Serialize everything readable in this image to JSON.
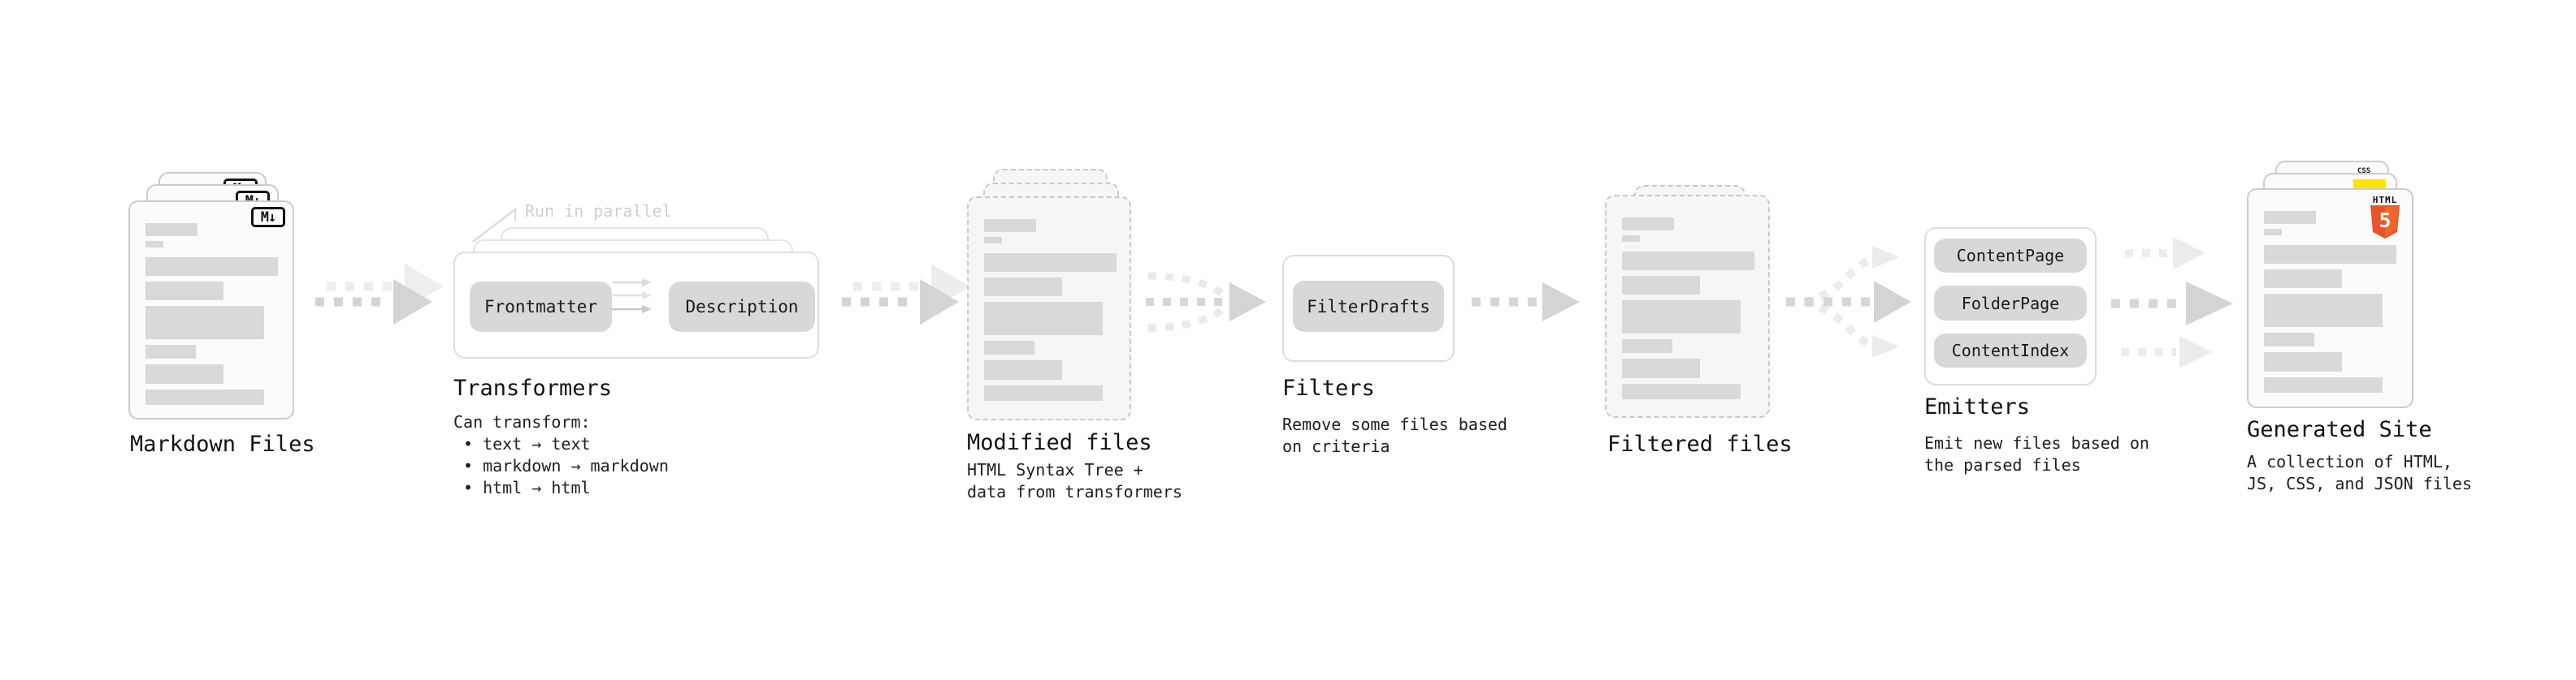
{
  "stages": {
    "markdown": {
      "title": "Markdown Files",
      "file_badge": "M↓"
    },
    "transformers": {
      "title": "Transformers",
      "callout": "Run in parallel",
      "nodes": {
        "from": "Frontmatter",
        "to": "Description"
      },
      "description": {
        "heading": "Can transform:",
        "bullets": [
          "• text → text",
          "• markdown → markdown",
          "• html → html"
        ]
      }
    },
    "modified_files": {
      "title": "Modified files",
      "description_lines": [
        "HTML Syntax Tree +",
        "data from transformers"
      ]
    },
    "filters": {
      "title": "Filters",
      "nodes": [
        "FilterDrafts"
      ],
      "description_lines": [
        "Remove some files based",
        "on criteria"
      ]
    },
    "filtered_files": {
      "title": "Filtered files"
    },
    "emitters": {
      "title": "Emitters",
      "nodes": [
        "ContentPage",
        "FolderPage",
        "ContentIndex"
      ],
      "description_lines": [
        "Emit new files based on",
        "the parsed files"
      ]
    },
    "generated_site": {
      "title": "Generated Site",
      "description_lines": [
        "A collection of HTML,",
        "JS, CSS, and JSON files"
      ],
      "badges": {
        "html_label": "HTML",
        "html_number": "5",
        "css_label": "CSS"
      }
    }
  },
  "colors": {
    "canvas": "#ffffff",
    "card_border": "#cccccc",
    "card_fill": "#fbfbfb",
    "dashed_card_fill": "#f6f6f6",
    "placeholder_bar": "#d9d9d9",
    "node_fill": "#d8d8d8",
    "arrow_dark": "#d4d4d4",
    "arrow_light": "#eaeaea",
    "html5_orange": "#e8532c",
    "js_yellow": "#ffe400",
    "css_blue": "#2d6fe0",
    "text": "#121212",
    "callout_text": "#cfcfcf"
  }
}
